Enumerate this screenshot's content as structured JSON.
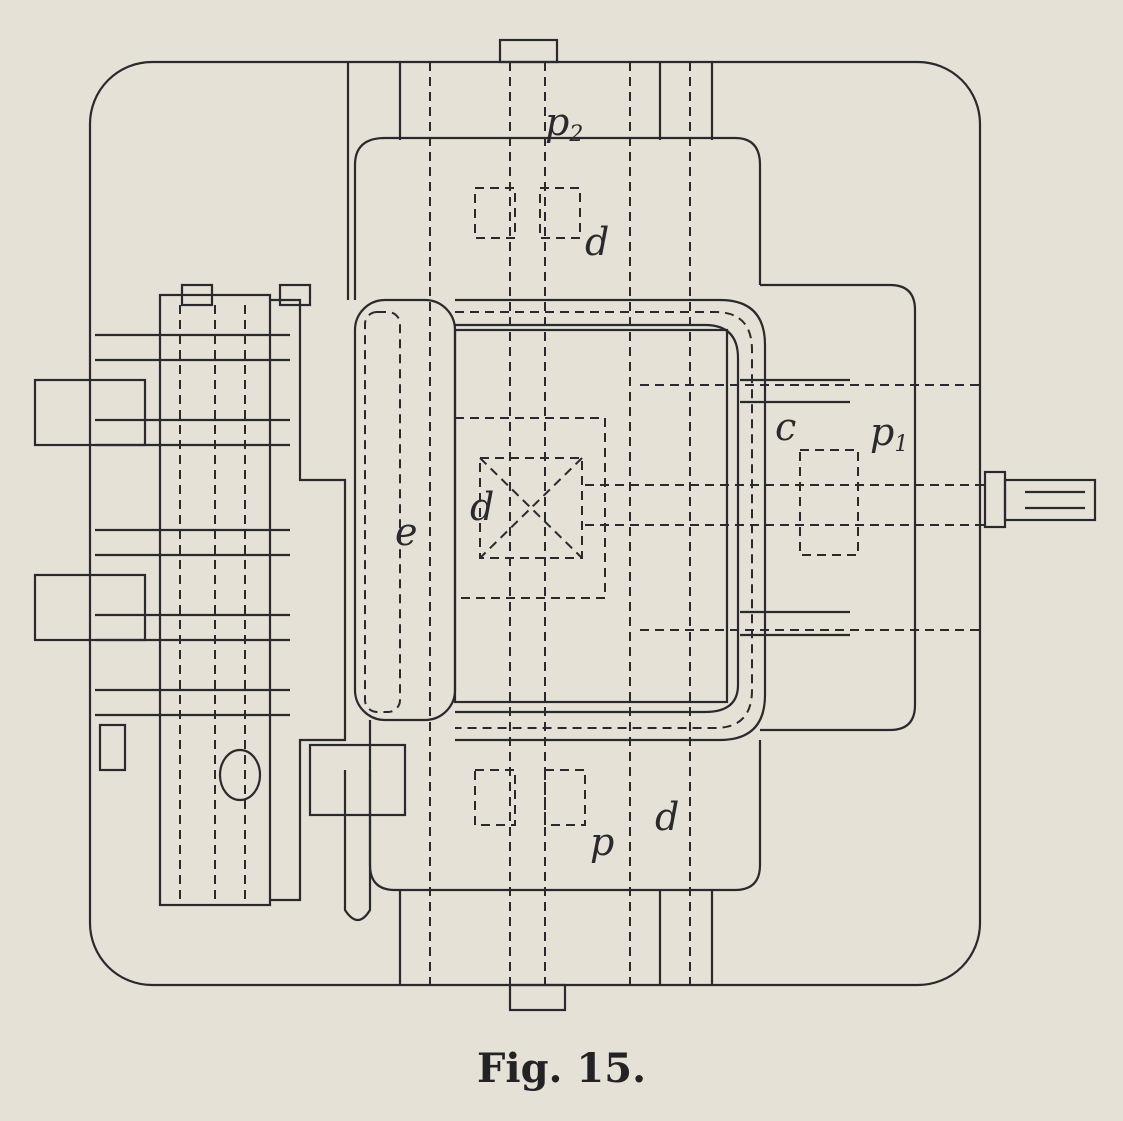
{
  "figure": {
    "caption": "Fig. 15.",
    "labels": {
      "p2_main": "p",
      "p2_sub": "2",
      "d_top": "d",
      "c": "c",
      "p1_main": "p",
      "p1_sub": "1",
      "e": "e",
      "d_center": "d",
      "p_bottom": "p",
      "d_bottom": "d"
    }
  }
}
